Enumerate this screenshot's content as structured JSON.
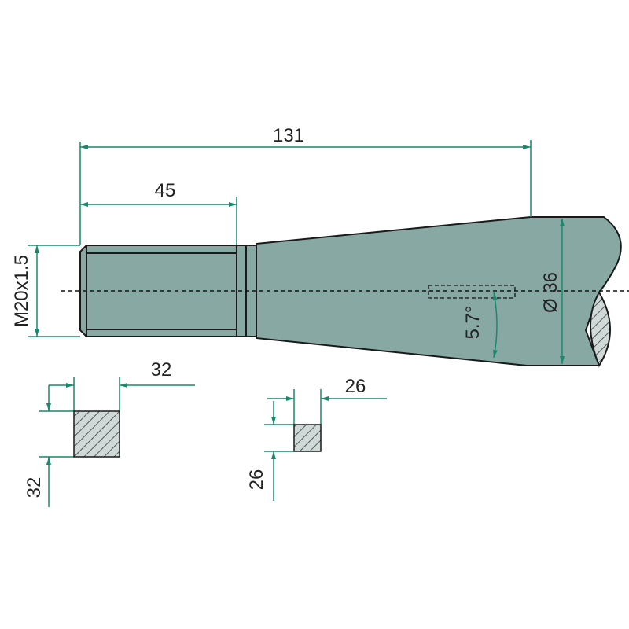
{
  "colors": {
    "body": "#88a8a4",
    "dimension": "#178a6c",
    "outline": "#1a1a1a",
    "hatch": "#cfdad8"
  },
  "dimensions": {
    "overall_length": "131",
    "thread_length": "45",
    "thread_size": "M20x1.5",
    "end_diameter": "Ø 36",
    "taper_angle": "5.7°",
    "section_large_width": "32",
    "section_large_height": "32",
    "section_small_width": "26",
    "section_small_height": "26"
  }
}
